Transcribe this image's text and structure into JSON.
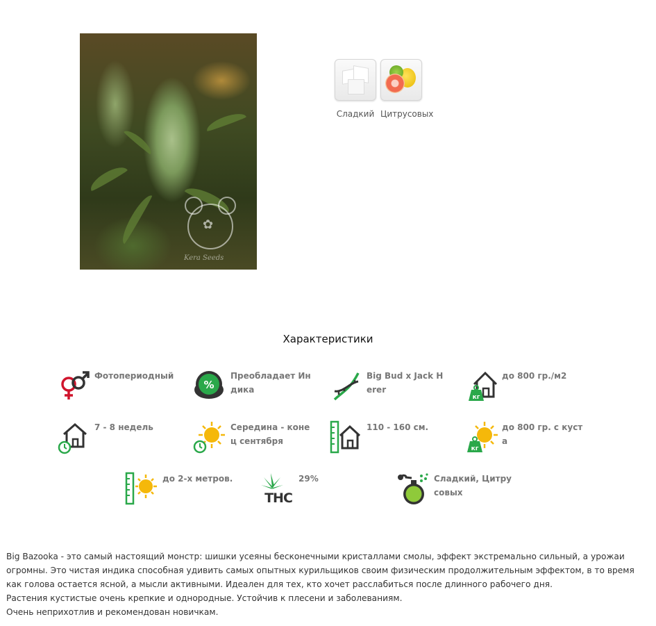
{
  "product": {
    "image_alt": "Big Bazooka"
  },
  "flavors": [
    {
      "label": "Сладкий",
      "icon": "sugar-cubes-icon"
    },
    {
      "label": "Цитрусовых",
      "icon": "citrus-icon"
    }
  ],
  "characteristics": {
    "title": "Характеристики",
    "items": [
      {
        "icon": "gender-icon",
        "text": "Фотопериодный"
      },
      {
        "icon": "indica-percent-icon",
        "text": "Преобладает Индика"
      },
      {
        "icon": "dna-icon",
        "text": "Big Bud x Jack Herer"
      },
      {
        "icon": "indoor-yield-icon",
        "text": "до 800 гр./м2"
      },
      {
        "icon": "indoor-flowering-icon",
        "text": "7 - 8 недель"
      },
      {
        "icon": "outdoor-harvest-icon",
        "text": "Середина - конец сентября"
      },
      {
        "icon": "indoor-height-icon",
        "text": "110 - 160 см."
      },
      {
        "icon": "outdoor-yield-icon",
        "text": "до 800 гр. с куста"
      },
      {
        "icon": "outdoor-height-icon",
        "text": "до 2-х метров."
      },
      {
        "icon": "thc-icon",
        "text": "29%"
      },
      {
        "icon": "aroma-icon",
        "text": "Сладкий, Цитрусовых"
      }
    ]
  },
  "description": [
    "Big Bazooka - это самый настоящий монстр: шишки усеяны бесконечными кристаллами смолы, эффект экстремально сильный, а урожаи огромны. Это чистая индика способная удивить самых опытных курильщиков своим физическим продолжительным эффектом, в то время как голова остается ясной, а мысли активными. Идеален для тех, кто хочет расслабиться после длинного рабочего дня.",
    "Растения кустистые очень крепкие и однородные. Устойчив к плесени и заболеваниям.",
    "Очень неприхотлив и рекомендован новичкам."
  ],
  "colors": {
    "green": "#2aa84a",
    "red": "#d0142c",
    "dark": "#333333",
    "sun": "#f5b80a"
  }
}
